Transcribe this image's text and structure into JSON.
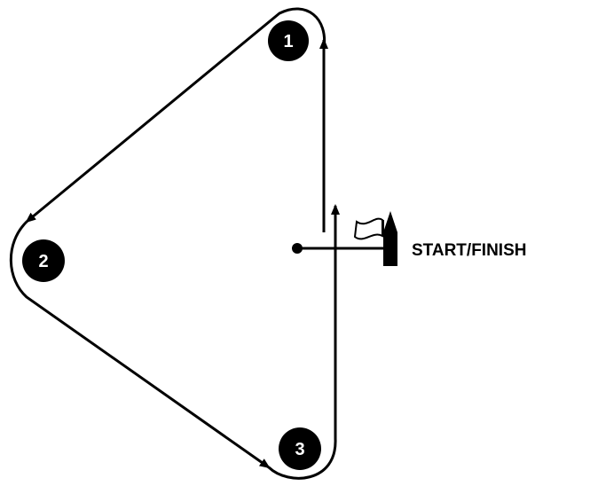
{
  "marks": [
    {
      "id": "1"
    },
    {
      "id": "2"
    },
    {
      "id": "3"
    }
  ],
  "start_finish_label": "START/FINISH",
  "colors": {
    "mark_fill": "#000000",
    "mark_text": "#ffffff",
    "course_line": "#000000",
    "background": "#ffffff"
  }
}
